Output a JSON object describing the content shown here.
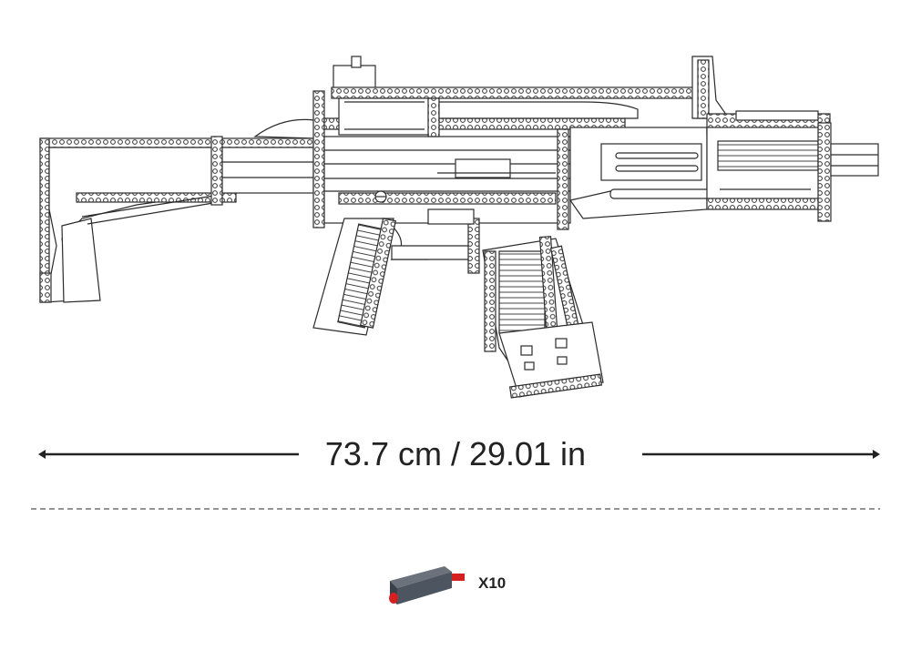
{
  "product": {
    "measurement_text": "73.7 cm / 29.01 in",
    "accessory_quantity": "X10",
    "illustration_icon": "brick-built-rifle-line-drawing",
    "accessory_icon": "dart-bullet-icon"
  },
  "colors": {
    "line": "#2b2b2b",
    "dart_body": "#4d5560",
    "dart_tip": "#d42020"
  }
}
